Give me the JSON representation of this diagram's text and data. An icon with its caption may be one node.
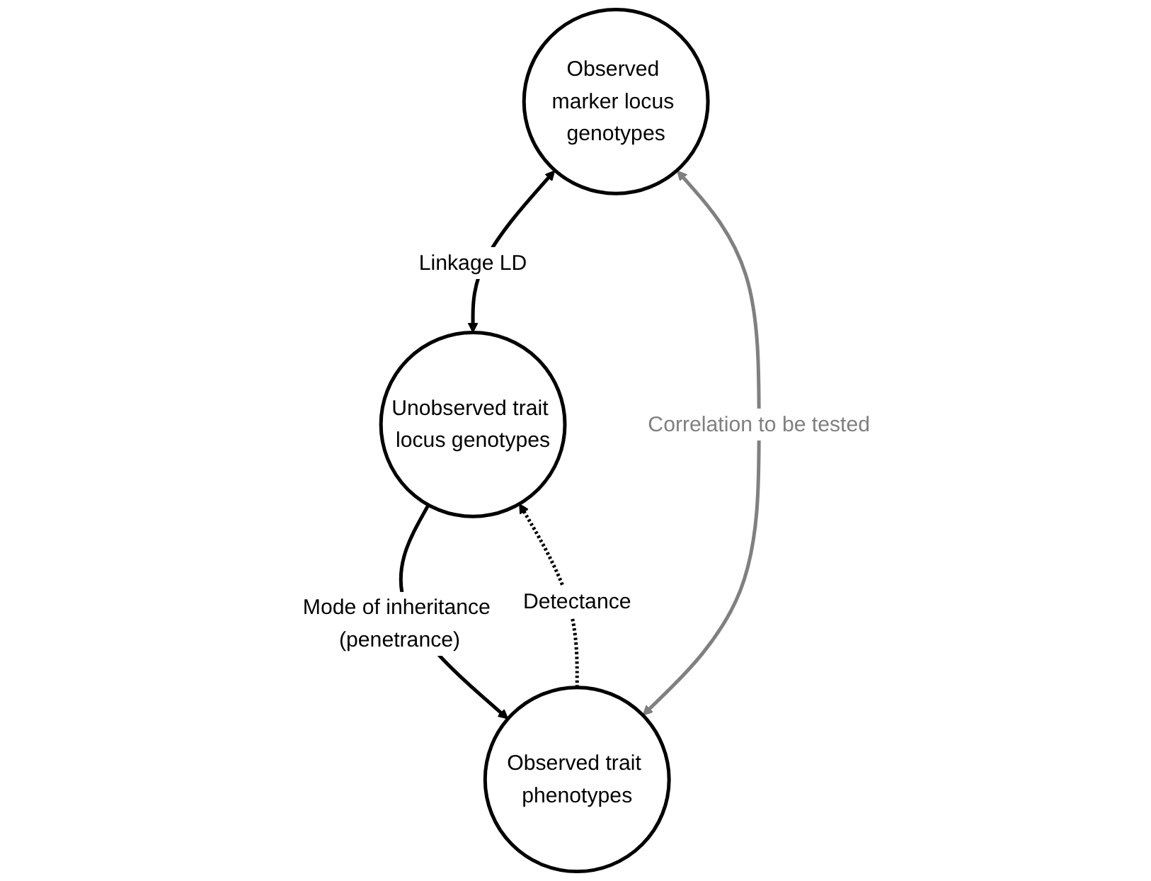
{
  "diagram": {
    "nodes": [
      {
        "text": [
          "Observed marker locus genotypes"
        ]
      },
      {
        "text": [
          "Unobserved trait locus genotypes"
        ]
      },
      {
        "text": [
          "Observed trait phenotypes"
        ]
      }
    ],
    "edges": [
      {
        "from": 0,
        "to": 1,
        "arrow": "both",
        "label": "Linkage LD"
      },
      {
        "from": 1,
        "to": 2,
        "arrow": "to",
        "label": "Mode of inheritance (penetrance)"
      },
      {
        "from": 2,
        "to": 1,
        "arrow": "to",
        "label": "Detectance",
        "style": "dashed"
      },
      {
        "from": 0,
        "to": 2,
        "arrow": "both",
        "label": "Correlation to be tested",
        "color": "#808080"
      }
    ]
  }
}
